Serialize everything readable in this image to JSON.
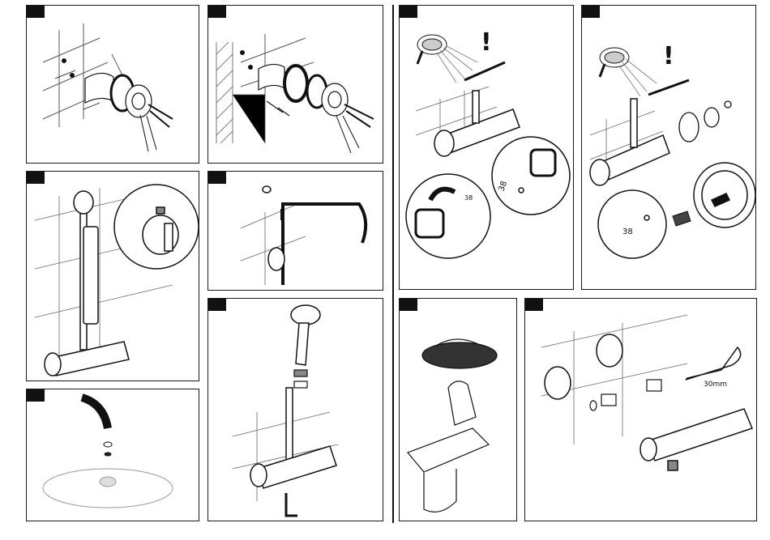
{
  "labels": {
    "temp_38_a": "38",
    "temp_38_b": "38",
    "temp_38_c": "38",
    "wrench_size": "30mm",
    "warning_1": "!",
    "warning_2": "!"
  },
  "colors": {
    "ink": "#111111",
    "tile": "#555555",
    "glass": "#dcdcdc"
  }
}
